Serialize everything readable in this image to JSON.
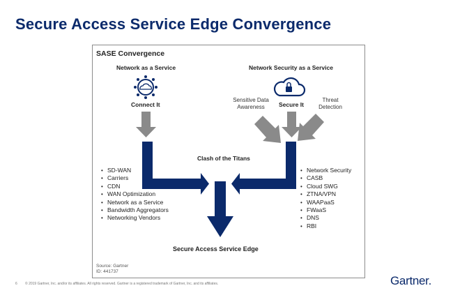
{
  "slide": {
    "title": "Secure Access Service Edge Convergence",
    "page_number": "6",
    "copyright": "© 2019 Gartner, Inc. and/or its affiliates. All rights reserved. Gartner is a registered trademark of Gartner, Inc. and its affiliates.",
    "logo_text": "Gartner",
    "logo_dot": ".",
    "brand_color": "#0b2a6b"
  },
  "diagram": {
    "title": "SASE Convergence",
    "left_heading": "Network as a Service",
    "right_heading": "Network Security as a Service",
    "connect_label": "Connect It",
    "secure_label": "Secure It",
    "sensitive_label_line1": "Sensitive Data",
    "sensitive_label_line2": "Awareness",
    "threat_label_line1": "Threat",
    "threat_label_line2": "Detection",
    "center_label": "Clash of the Titans",
    "bottom_label": "Secure Access Service Edge",
    "left_list": [
      "SD-WAN",
      "Carriers",
      "CDN",
      "WAN Optimization",
      "Network as a Service",
      "Bandwidth Aggregators",
      "Networking Vendors"
    ],
    "right_list": [
      "Network Security",
      "CASB",
      "Cloud SWG",
      "ZTNA/VPN",
      "WAAPaaS",
      "FWaaS",
      "DNS",
      "RBI"
    ],
    "source_line1": "Source: Gartner",
    "source_line2": "ID: 441737",
    "icons": {
      "connect": "network-hub-icon",
      "secure": "cloud-lock-icon"
    },
    "colors": {
      "arrow_dark": "#0b2a6b",
      "arrow_gray": "#8a8a8a"
    }
  }
}
